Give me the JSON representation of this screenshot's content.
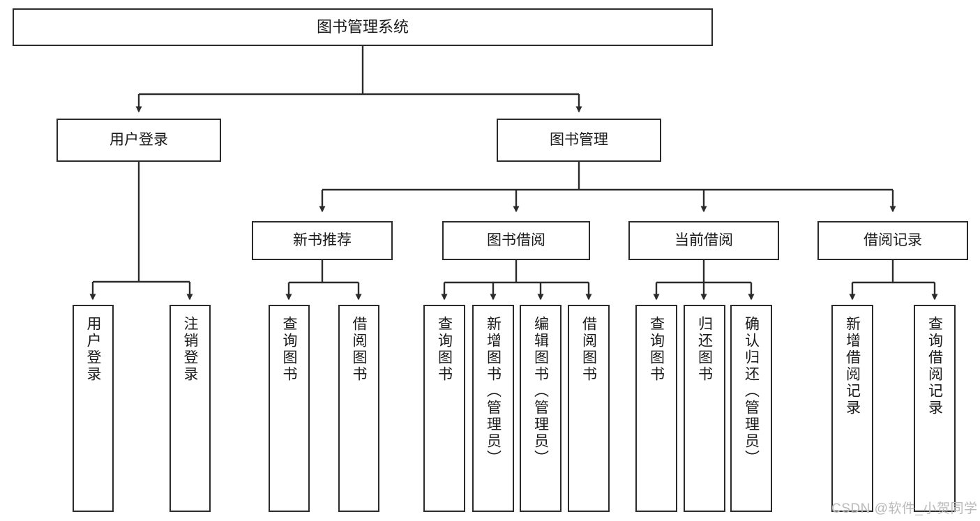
{
  "diagram": {
    "title": "图书管理系统",
    "watermark": "CSDN @软件_小贺同学",
    "colors": {
      "stroke": "#2b2b2b",
      "fill": "#ffffff",
      "text": "#1a1a1a",
      "watermark": "#b9b9b9"
    },
    "nodes": {
      "root": {
        "label": "图书管理系统"
      },
      "level2": [
        {
          "label": "用户登录"
        },
        {
          "label": "图书管理"
        }
      ],
      "level3": [
        {
          "label": "新书推荐"
        },
        {
          "label": "图书借阅"
        },
        {
          "label": "当前借阅"
        },
        {
          "label": "借阅记录"
        }
      ],
      "leaves": {
        "user_login": [
          {
            "label": "用户登录"
          },
          {
            "label": "注销登录"
          }
        ],
        "new_book": [
          {
            "label": "查询图书"
          },
          {
            "label": "借阅图书"
          }
        ],
        "borrow": [
          {
            "label": "查询图书"
          },
          {
            "label": "新增图书（管理员）"
          },
          {
            "label": "编辑图书（管理员）"
          },
          {
            "label": "借阅图书"
          }
        ],
        "current": [
          {
            "label": "查询图书"
          },
          {
            "label": "归还图书"
          },
          {
            "label": "确认归还（管理员）"
          }
        ],
        "records": [
          {
            "label": "新增借阅记录"
          },
          {
            "label": "查询借阅记录"
          }
        ]
      }
    }
  }
}
